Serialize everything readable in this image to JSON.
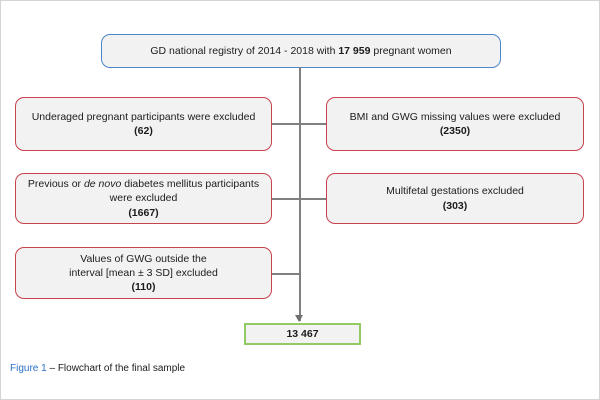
{
  "figure": {
    "caption_label": "Figure 1",
    "caption_dash": " – ",
    "caption_text": "Flowchart of the final sample",
    "caption_label_color": "#2a6fc4"
  },
  "colors": {
    "top_border": "#4a86c8",
    "exclusion_border": "#c9414d",
    "final_border": "#92cb63",
    "box_fill": "#f2f2f2",
    "connector": "#808080"
  },
  "flowchart": {
    "top_node": {
      "text_before": "GD national registry of 2014 - 2018 with ",
      "count": "17 959",
      "text_after": " pregnant women"
    },
    "exclusions_left": [
      {
        "line1": "Underaged pregnant participants were excluded",
        "count": "(62)"
      },
      {
        "line1_part1": "Previous or ",
        "line1_italic": "de novo",
        "line1_part2": " diabetes mellitus participants",
        "line2": "were excluded",
        "count": "(1667)"
      },
      {
        "line1": "Values of GWG outside the",
        "line2": "interval [mean ± 3 SD] excluded",
        "count": "(110)"
      }
    ],
    "exclusions_right": [
      {
        "line1": "BMI and GWG missing values were excluded",
        "count": "(2350)"
      },
      {
        "line1": "Multifetal gestations excluded",
        "count": "(303)"
      }
    ],
    "final_node": {
      "count": "13 467"
    }
  }
}
